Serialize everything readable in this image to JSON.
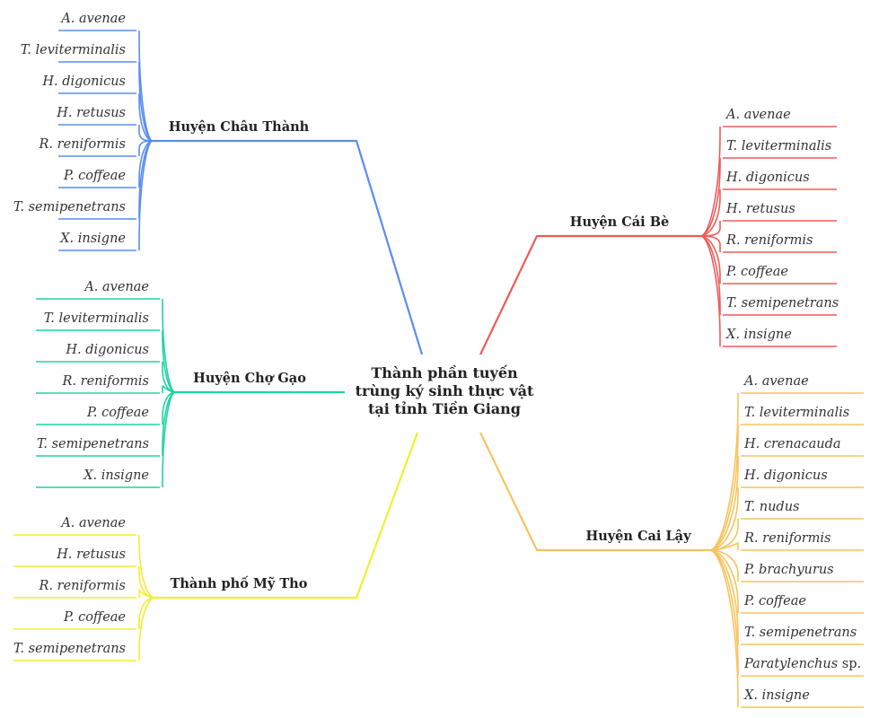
{
  "center": {
    "lines": [
      "Thành phần tuyến",
      "trùng ký sinh thực vật",
      "tại tỉnh Tiền Giang"
    ]
  },
  "branches": [
    {
      "label": "Huyện Châu Thành",
      "color": "#5b8def",
      "leaves": [
        {
          "text": "A. avenae"
        },
        {
          "text": "T. leviterminalis"
        },
        {
          "text": "H. digonicus"
        },
        {
          "text": "H. retusus"
        },
        {
          "text": "R. reniformis"
        },
        {
          "text": "P. coffeae"
        },
        {
          "text": "T. semipenetrans"
        },
        {
          "text": "X. insigne"
        }
      ]
    },
    {
      "label": "Huyện Chợ Gạo",
      "color": "#1fd4a0",
      "leaves": [
        {
          "text": "A. avenae"
        },
        {
          "text": "T. leviterminalis"
        },
        {
          "text": "H. digonicus"
        },
        {
          "text": "R. reniformis"
        },
        {
          "text": "P. coffeae"
        },
        {
          "text": "T. semipenetrans"
        },
        {
          "text": "X. insigne"
        }
      ]
    },
    {
      "label": "Thành phố Mỹ Tho",
      "color": "#f2ee30",
      "leaves": [
        {
          "text": "A. avenae"
        },
        {
          "text": "H. retusus"
        },
        {
          "text": "R. reniformis"
        },
        {
          "text": "P. coffeae"
        },
        {
          "text": "T. semipenetrans"
        }
      ]
    },
    {
      "label": "Huyện Cái Bè",
      "color": "#ee5c58",
      "leaves": [
        {
          "text": "A. avenae"
        },
        {
          "text": "T. leviterminalis"
        },
        {
          "text": "H. digonicus"
        },
        {
          "text": "H. retusus"
        },
        {
          "text": "R. reniformis"
        },
        {
          "text": "P. coffeae"
        },
        {
          "text": "T. semipenetrans"
        },
        {
          "text": "X. insigne"
        }
      ]
    },
    {
      "label": "Huyện Cai Lậy",
      "color": "#f7c45e",
      "leaves": [
        {
          "text": "A. avenae"
        },
        {
          "text": "T. leviterminalis"
        },
        {
          "text": "H. crenacauda"
        },
        {
          "text": "H. digonicus"
        },
        {
          "text": "T. nudus"
        },
        {
          "text": "R. reniformis"
        },
        {
          "text": "P. brachyurus"
        },
        {
          "text": "P. coffeae"
        },
        {
          "text": "T. semipenetrans"
        },
        {
          "text": "Paratylenchus",
          "suffix": " sp."
        },
        {
          "text": "X. insigne"
        }
      ]
    }
  ]
}
